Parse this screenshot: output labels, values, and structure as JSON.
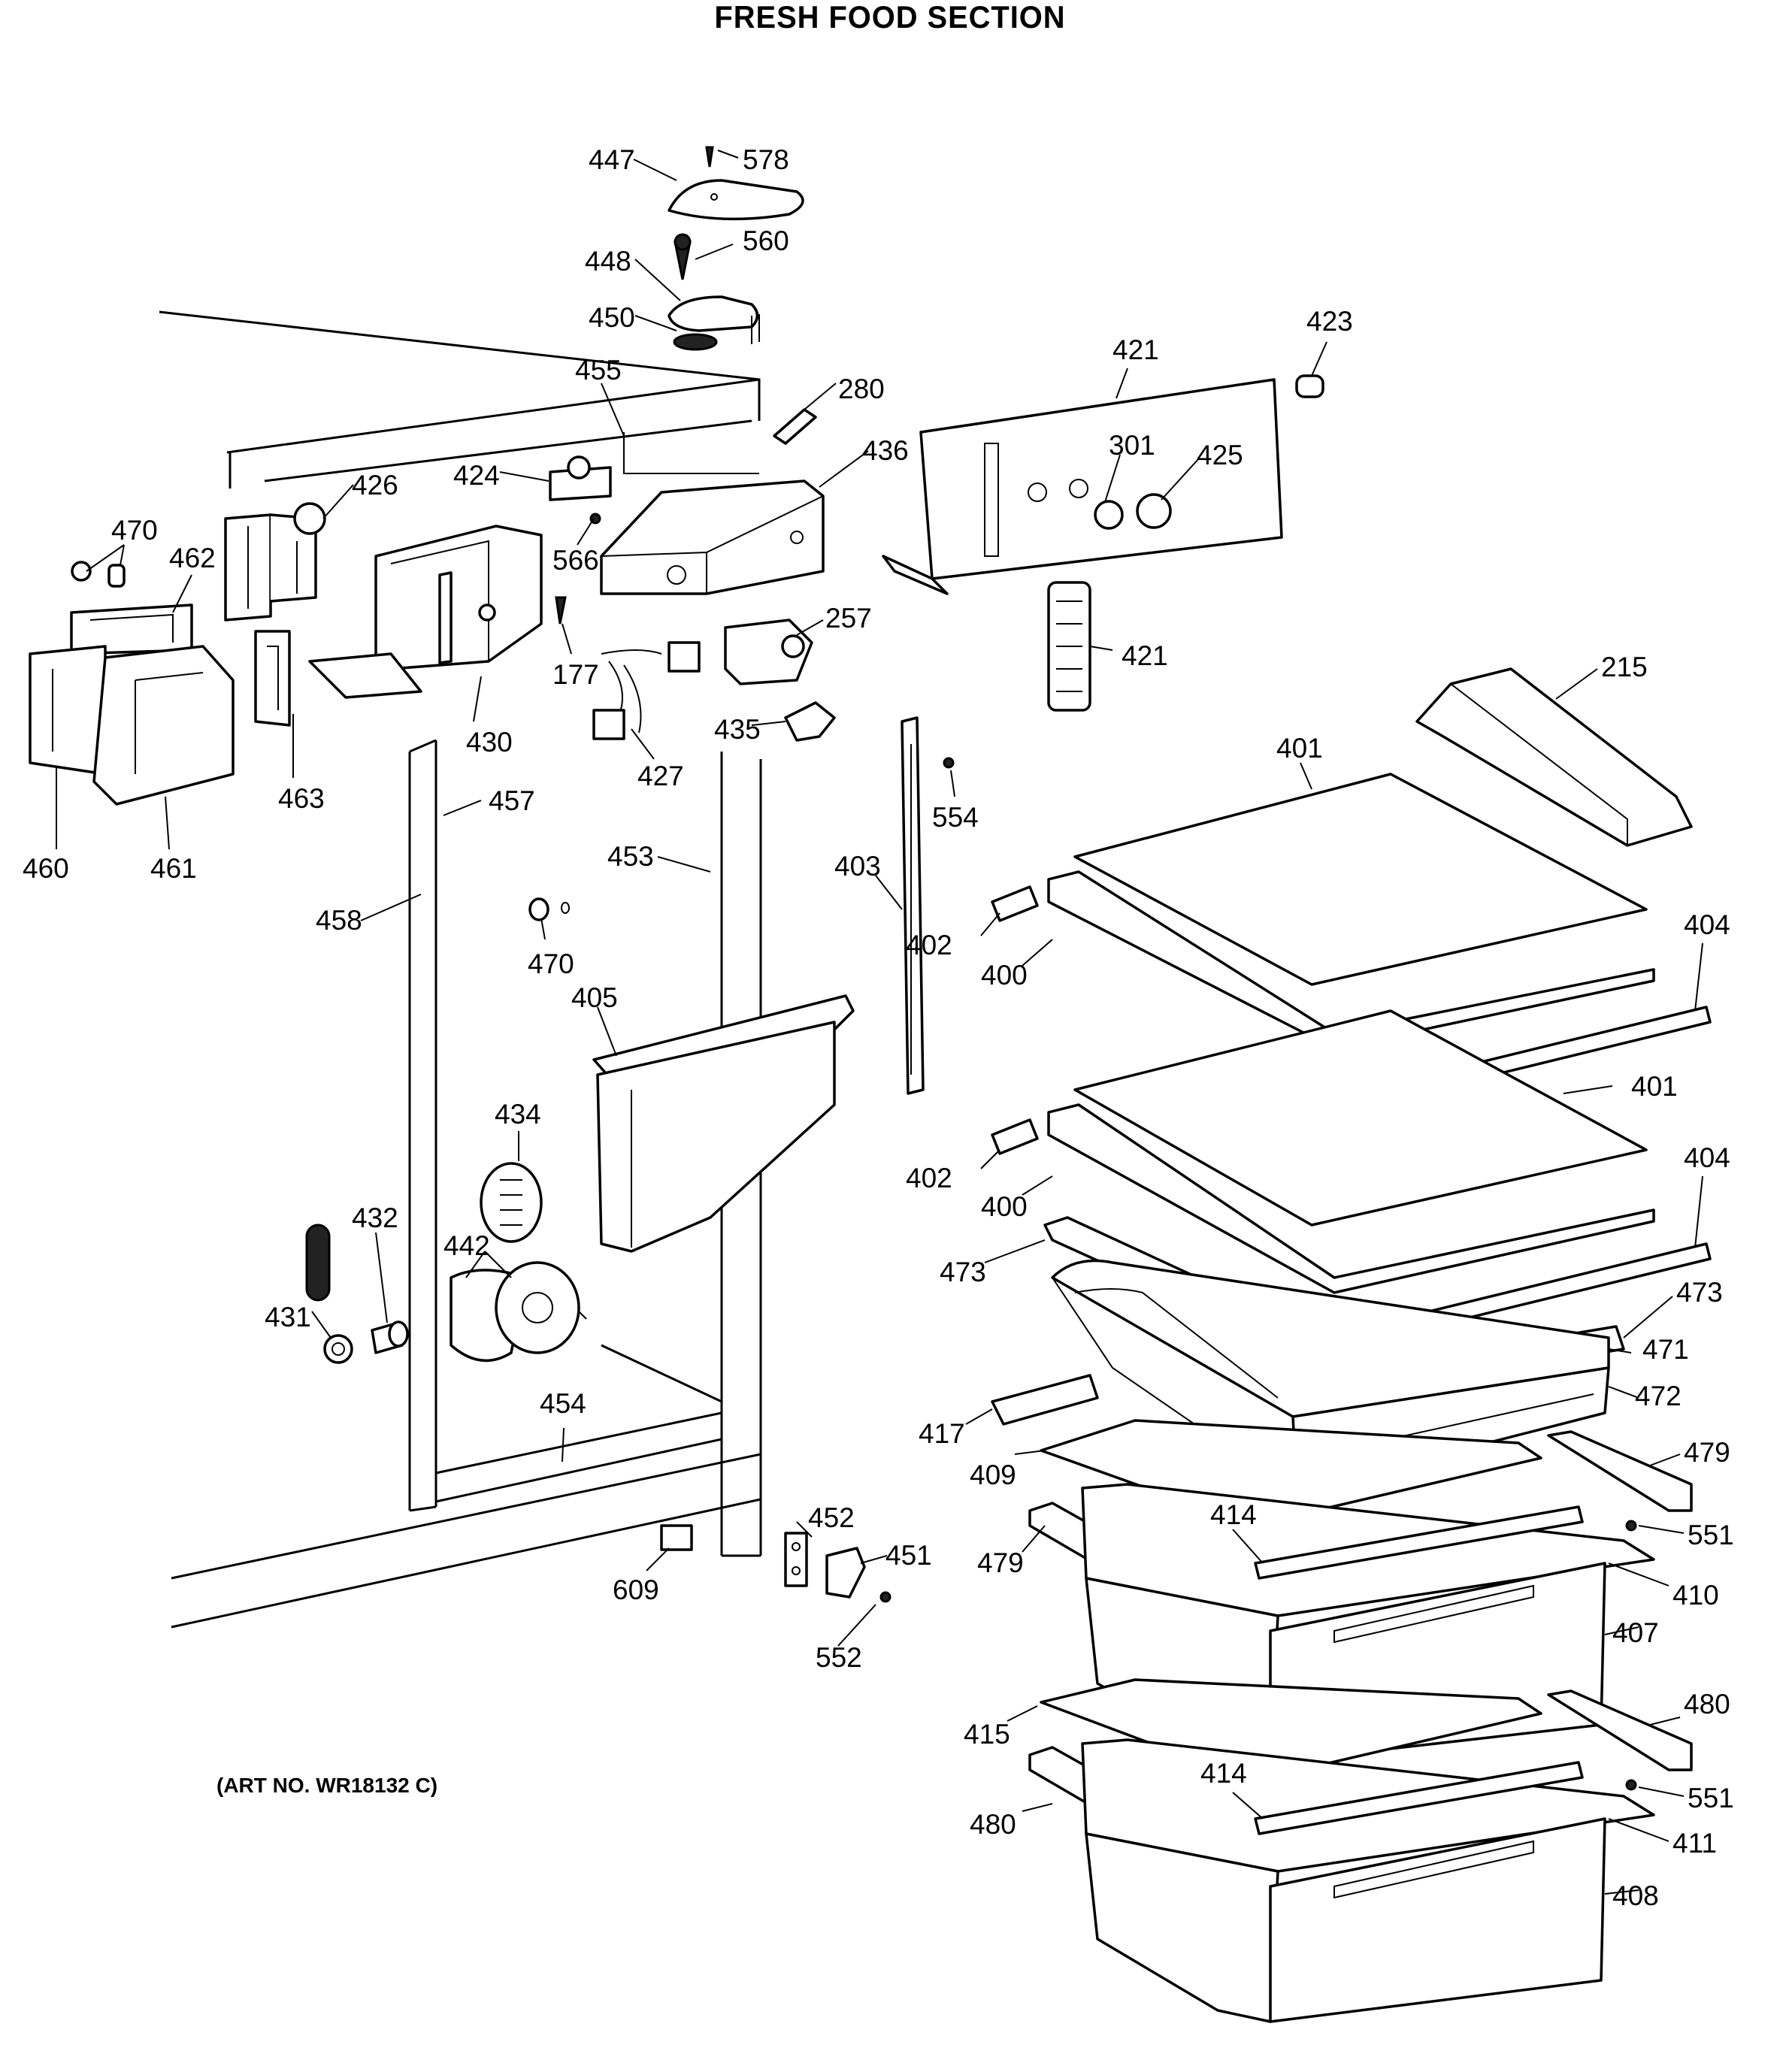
{
  "title": "FRESH FOOD SECTION",
  "art_number": "(ART NO. WR18132 C)",
  "part_labels": [
    {
      "text": "447",
      "id": "447"
    },
    {
      "text": "578",
      "id": "578"
    },
    {
      "text": "560",
      "id": "560"
    },
    {
      "text": "448",
      "id": "448"
    },
    {
      "text": "450",
      "id": "450"
    },
    {
      "text": "423",
      "id": "423"
    },
    {
      "text": "421",
      "id": "421a"
    },
    {
      "text": "455",
      "id": "455"
    },
    {
      "text": "280",
      "id": "280"
    },
    {
      "text": "436",
      "id": "436"
    },
    {
      "text": "301",
      "id": "301"
    },
    {
      "text": "425",
      "id": "425"
    },
    {
      "text": "424",
      "id": "424"
    },
    {
      "text": "426",
      "id": "426"
    },
    {
      "text": "470",
      "id": "470a"
    },
    {
      "text": "462",
      "id": "462"
    },
    {
      "text": "566",
      "id": "566"
    },
    {
      "text": "257",
      "id": "257"
    },
    {
      "text": "421",
      "id": "421b"
    },
    {
      "text": "215",
      "id": "215"
    },
    {
      "text": "177",
      "id": "177"
    },
    {
      "text": "430",
      "id": "430"
    },
    {
      "text": "435",
      "id": "435"
    },
    {
      "text": "427",
      "id": "427"
    },
    {
      "text": "401",
      "id": "401a"
    },
    {
      "text": "463",
      "id": "463"
    },
    {
      "text": "457",
      "id": "457"
    },
    {
      "text": "554",
      "id": "554"
    },
    {
      "text": "460",
      "id": "460"
    },
    {
      "text": "461",
      "id": "461"
    },
    {
      "text": "453",
      "id": "453"
    },
    {
      "text": "403",
      "id": "403"
    },
    {
      "text": "458",
      "id": "458"
    },
    {
      "text": "404",
      "id": "404a"
    },
    {
      "text": "402",
      "id": "402a"
    },
    {
      "text": "470",
      "id": "470b"
    },
    {
      "text": "400",
      "id": "400a"
    },
    {
      "text": "405",
      "id": "405"
    },
    {
      "text": "401",
      "id": "401b"
    },
    {
      "text": "434",
      "id": "434"
    },
    {
      "text": "404",
      "id": "404b"
    },
    {
      "text": "402",
      "id": "402b"
    },
    {
      "text": "400",
      "id": "400b"
    },
    {
      "text": "432",
      "id": "432"
    },
    {
      "text": "442",
      "id": "442"
    },
    {
      "text": "473",
      "id": "473a"
    },
    {
      "text": "473",
      "id": "473b"
    },
    {
      "text": "431",
      "id": "431"
    },
    {
      "text": "471",
      "id": "471"
    },
    {
      "text": "454",
      "id": "454"
    },
    {
      "text": "472",
      "id": "472"
    },
    {
      "text": "417",
      "id": "417"
    },
    {
      "text": "479",
      "id": "479a"
    },
    {
      "text": "409",
      "id": "409"
    },
    {
      "text": "452",
      "id": "452"
    },
    {
      "text": "414",
      "id": "414a"
    },
    {
      "text": "551",
      "id": "551a"
    },
    {
      "text": "451",
      "id": "451"
    },
    {
      "text": "479",
      "id": "479b"
    },
    {
      "text": "609",
      "id": "609"
    },
    {
      "text": "410",
      "id": "410"
    },
    {
      "text": "407",
      "id": "407"
    },
    {
      "text": "552",
      "id": "552"
    },
    {
      "text": "480",
      "id": "480a"
    },
    {
      "text": "415",
      "id": "415"
    },
    {
      "text": "414",
      "id": "414b"
    },
    {
      "text": "551",
      "id": "551b"
    },
    {
      "text": "480",
      "id": "480b"
    },
    {
      "text": "411",
      "id": "411"
    },
    {
      "text": "408",
      "id": "408"
    }
  ]
}
